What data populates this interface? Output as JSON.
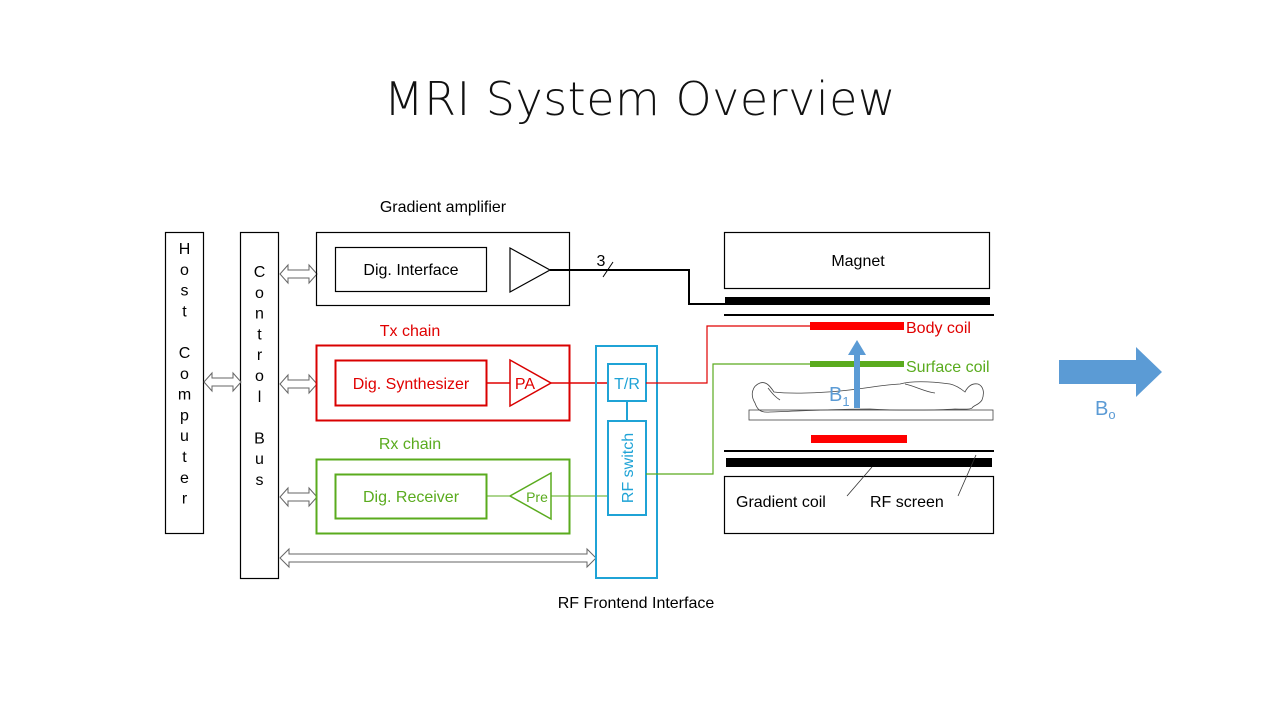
{
  "slide": {
    "title": "MRI System Overview"
  },
  "colors": {
    "black": "#000000",
    "tx": "#e00000",
    "rx": "#5aab1e",
    "rf_frontend": "#1fa3d6",
    "field": "#5b9bd5",
    "coil_red": "#ff0000",
    "coil_green": "#5aab1e"
  },
  "host_computer": {
    "letters": [
      "H",
      "o",
      "s",
      "t",
      "",
      "C",
      "o",
      "m",
      "p",
      "u",
      "t",
      "e",
      "r"
    ]
  },
  "control_bus": {
    "letters": [
      "C",
      "o",
      "n",
      "t",
      "r",
      "o",
      "l",
      "",
      "B",
      "u",
      "s"
    ]
  },
  "gradient_amplifier": {
    "label": "Gradient amplifier",
    "inner_label": "Dig. Interface",
    "bus_width_label": "3"
  },
  "tx_chain": {
    "label": "Tx chain",
    "inner_label": "Dig. Synthesizer",
    "amp_label": "PA"
  },
  "rx_chain": {
    "label": "Rx chain",
    "inner_label": "Dig. Receiver",
    "amp_label": "Pre"
  },
  "rf_frontend": {
    "label": "RF Frontend Interface",
    "tr_label": "T/R",
    "switch_label": "RF switch"
  },
  "scanner": {
    "magnet_label": "Magnet",
    "body_coil_label": "Body coil",
    "surface_coil_label": "Surface coil",
    "b1_label": "B",
    "b1_sub": "1",
    "gradient_coil_label": "Gradient coil",
    "rf_screen_label": "RF screen"
  },
  "b0": {
    "label": "B",
    "sub": "o"
  }
}
